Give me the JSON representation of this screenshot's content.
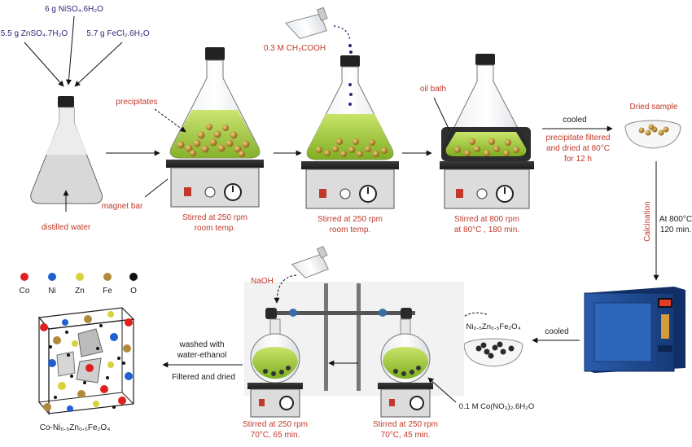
{
  "reagents": {
    "nickel": "6 g NiSO₄.6H₂O",
    "zinc": "5.5 g ZnSO₄.7H₂O",
    "iron": "5.7 g FeCl₂.6H₂O",
    "acid": "0.3 M CH₃COOH",
    "base": "NaOH",
    "cobalt": "0.1 M Co(NO₃)₂.6H₂O"
  },
  "labels": {
    "distilled_water": "distilled water",
    "precipitates": "precipitates",
    "magnet_bar": "magnet bar",
    "oil_bath": "oil bath",
    "cooled_1": "cooled",
    "filtered": [
      "precipitate filtered",
      "and dried at 80°C",
      "for 12 h"
    ],
    "dried_sample": "Dried sample",
    "calcination": "Calcination",
    "calc_conditions": [
      "At 800°C",
      "120 min."
    ],
    "cooled_2": "cooled",
    "calcined_product": "Ni₀.₅Zn₀.₅Fe₂O₄",
    "washed": [
      "washed with",
      "water-ethanol"
    ],
    "filtered_dried": "Filtered and dried",
    "final_product": "Co-Ni₀.₅Zn₀.₅Fe₂O₄"
  },
  "steps": {
    "s1": [
      "Stirred at 250 rpm",
      "room temp."
    ],
    "s2": [
      "Stirred at 250 rpm",
      "room temp."
    ],
    "s3": [
      "Stirred at 800 rpm",
      "at 80°C , 180 min."
    ],
    "s4": [
      "Stirred at 250 rpm",
      "70°C, 45 min."
    ],
    "s5": [
      "Stirred at 250 rpm",
      "70°C, 65 min."
    ]
  },
  "legend": [
    {
      "label": "Co",
      "color": "#e02020"
    },
    {
      "label": "Ni",
      "color": "#1f5fd0"
    },
    {
      "label": "Zn",
      "color": "#d8d23a"
    },
    {
      "label": "Fe",
      "color": "#b08a3c"
    },
    {
      "label": "O",
      "color": "#111111"
    }
  ],
  "colors": {
    "accent_red": "#c0392b",
    "text_blue": "#2c2a7a",
    "green_solution": "#9cc83a",
    "furnace_blue": "#1f4f9a"
  }
}
